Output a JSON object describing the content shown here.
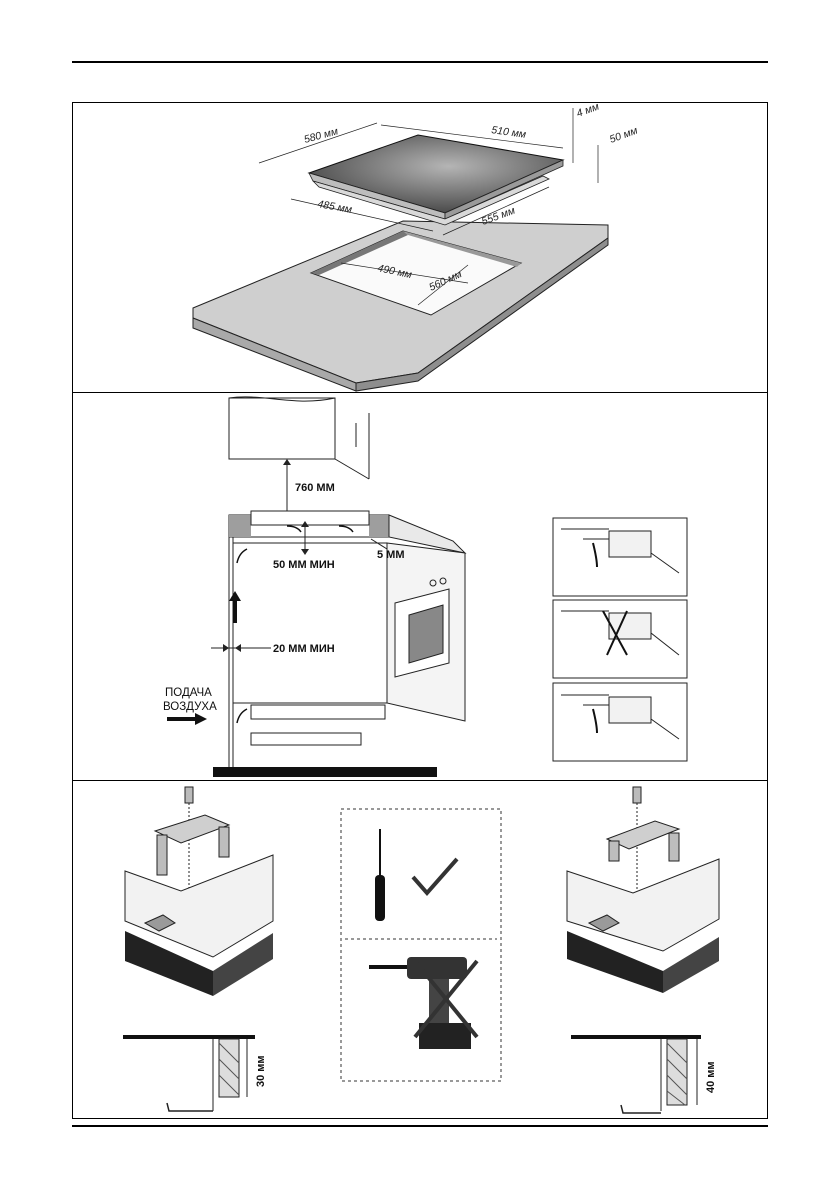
{
  "panel1": {
    "dims": {
      "width_top": "580 мм",
      "depth_top": "510 мм",
      "thick_4": "4 мм",
      "thick_50": "50 мм",
      "cut_front": "485 мм",
      "cut_side": "555 мм",
      "hole_w": "490 мм",
      "hole_d": "560 мм"
    }
  },
  "panel2": {
    "labels": {
      "clearance_top": "760 ММ",
      "gap_5": "5 ММ",
      "min_50": "50 ММ МИН",
      "min_20": "20 ММ МИН",
      "air_1": "ПОДАЧА",
      "air_2": "ВОЗДУХА"
    }
  },
  "panel3": {
    "labels": {
      "thick_30": "30 мм",
      "thick_40": "40 мм"
    }
  },
  "colors": {
    "glass": "#6f6f6f",
    "counter": "#cfcfcf",
    "dark": "#1a1a1a",
    "stroke": "#222222"
  }
}
